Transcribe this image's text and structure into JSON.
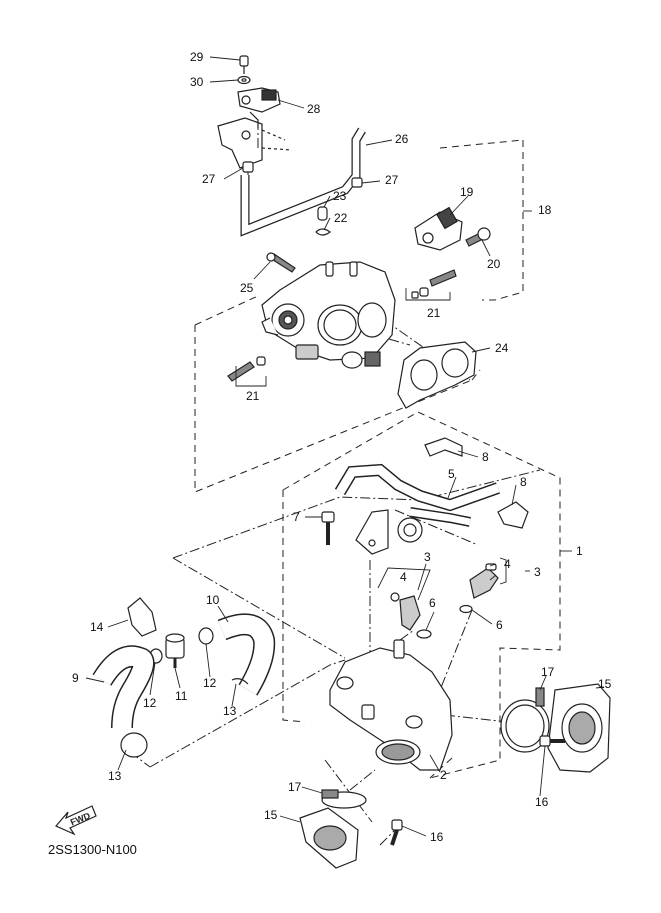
{
  "diagram_code": "2SS1300-N100",
  "fwd_label": "FWD",
  "callouts": {
    "c29": "29",
    "c30": "30",
    "c28": "28",
    "c26": "26",
    "c27a": "27",
    "c27b": "27",
    "c23": "23",
    "c22": "22",
    "c19": "19",
    "c18": "18",
    "c20": "20",
    "c25": "25",
    "c21a": "21",
    "c21b": "21",
    "c24": "24",
    "c8a": "8",
    "c8b": "8",
    "c5": "5",
    "c7": "7",
    "c1": "1",
    "c3a": "3",
    "c3b": "3",
    "c4a": "4",
    "c4b": "4",
    "c6a": "6",
    "c6b": "6",
    "c10": "10",
    "c14": "14",
    "c9": "9",
    "c12a": "12",
    "c11": "11",
    "c12b": "12",
    "c13a": "13",
    "c13b": "13",
    "c17a": "17",
    "c15a": "15",
    "c2": "2",
    "c16a": "16",
    "c17b": "17",
    "c15b": "15",
    "c16b": "16"
  }
}
